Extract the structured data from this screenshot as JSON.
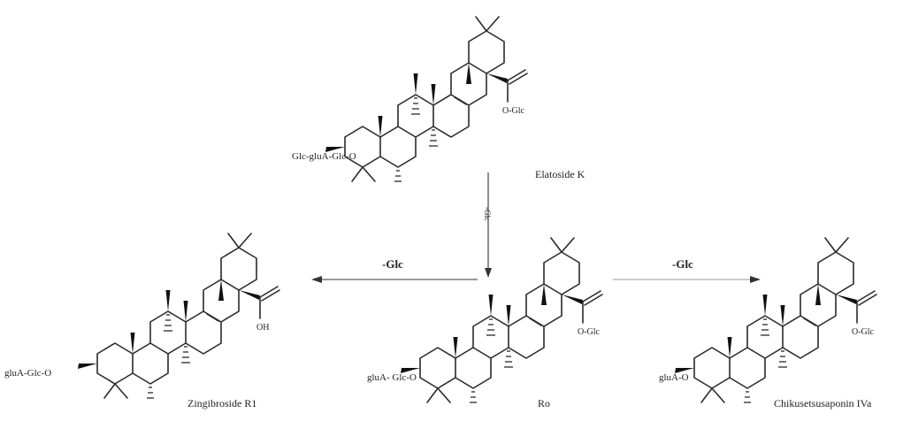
{
  "molecules": [
    {
      "name": "Elatoside K",
      "substituent_left": "Glc-gluA-Glc-O",
      "acid_group": "O-Glc",
      "acid_type": "ester"
    },
    {
      "name": "Zingibroside R1",
      "substituent_left": "gluA-Glc-O",
      "acid_group": "OH",
      "acid_type": "acid"
    },
    {
      "name": "Ro",
      "substituent_left": "gluA- Glc-O",
      "acid_group": "O-Glc",
      "acid_type": "ester"
    },
    {
      "name": "Chikusetsusaponin IVa",
      "substituent_left": "gluA-O",
      "acid_group": "O-Glc",
      "acid_type": "ester"
    }
  ],
  "arrows": [
    {
      "label": "-Glc",
      "direction": "down"
    },
    {
      "label": "-Glc",
      "direction": "left"
    },
    {
      "label": "-Glc",
      "direction": "right"
    }
  ],
  "colors": {
    "line": "#2a2a2a",
    "light_arrow": "#9a9a9a",
    "background": "#ffffff"
  }
}
